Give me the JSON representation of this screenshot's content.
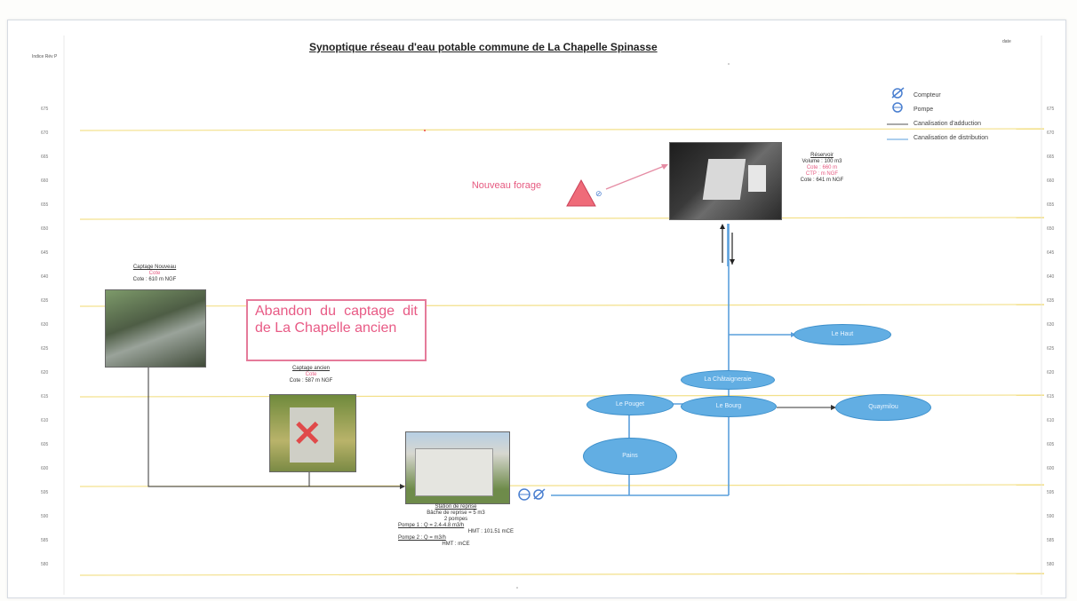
{
  "header": {
    "title": "Synoptique réseau d'eau potable commune de La Chapelle Spinasse",
    "left_ref": "Indice Rév P",
    "right_ref": "date"
  },
  "legend": {
    "items": [
      {
        "icon": "meter-icon",
        "label": "Compteur"
      },
      {
        "icon": "pump-icon",
        "label": "Pompe"
      },
      {
        "icon": "adduction-line-icon",
        "label": "Canalisation d'adduction"
      },
      {
        "icon": "distribution-line-icon",
        "label": "Canalisation de distribution"
      }
    ]
  },
  "axis_left": [
    "675",
    "670",
    "665",
    "660",
    "655",
    "650",
    "645",
    "640",
    "635",
    "630",
    "625",
    "620",
    "615",
    "610",
    "605",
    "600",
    "595",
    "590",
    "585",
    "580"
  ],
  "axis_right": [
    "675",
    "670",
    "665",
    "660",
    "655",
    "650",
    "645",
    "640",
    "635",
    "630",
    "625",
    "620",
    "615",
    "610",
    "605",
    "600",
    "595",
    "590",
    "585",
    "580"
  ],
  "nodes": {
    "reservoir": {
      "title": "Réservoir",
      "lines": [
        "Volume : 100 m3",
        "Cote : 660 m",
        "CTP : m NGF",
        "Cote : 641 m NGF"
      ]
    },
    "new_forage": {
      "label": "Nouveau forage"
    },
    "captage_nouveau": {
      "title": "Captage Nouveau",
      "line1": "Cote",
      "line2": "Cote : 610 m NGF"
    },
    "captage_ancien": {
      "title": "Captage ancien",
      "line1": "Cote",
      "line2": "Cote : 587 m NGF"
    },
    "station": {
      "title": "Station de reprise",
      "lines": [
        "Bâche de reprise = 5 m3",
        "2 pompes",
        "Pompe 1 : Q = 2.4-4.8 m3/h",
        "HMT : 101.51 mCE",
        "Pompe 2 : Q = m3/h",
        "HMT : mCE"
      ]
    },
    "abandon": {
      "text": "Abandon du captage dit de La Chapelle ancien"
    }
  },
  "ovals": {
    "le_haut": "Le Haut",
    "la_chataigneraie": "La Châtaigneraie",
    "le_bourg": "Le Bourg",
    "le_pouget": "Le Pouget",
    "pains": "Pains",
    "quaymilou": "Quaymilou"
  },
  "colors": {
    "pipe": "#5a9fdc",
    "adduction": "#333333",
    "gridline": "#f3e08a",
    "abandon": "#e85a85",
    "oval": "#62aee3",
    "forage_triangle": "#ef6b79"
  }
}
